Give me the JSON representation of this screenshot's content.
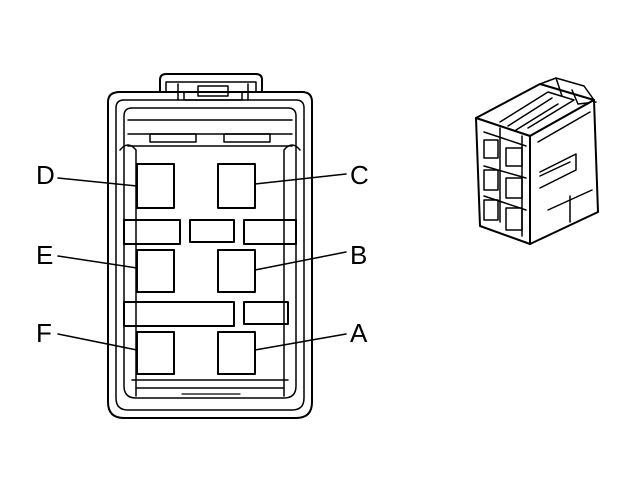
{
  "pins": [
    {
      "id": "D",
      "label": "D"
    },
    {
      "id": "C",
      "label": "C"
    },
    {
      "id": "E",
      "label": "E"
    },
    {
      "id": "B",
      "label": "B"
    },
    {
      "id": "F",
      "label": "F"
    },
    {
      "id": "A",
      "label": "A"
    }
  ],
  "colors": {
    "line": "#000000",
    "background": "#ffffff"
  }
}
